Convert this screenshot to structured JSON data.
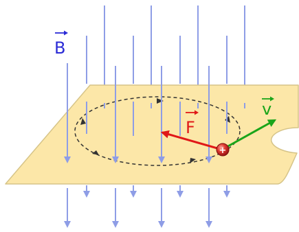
{
  "labels": {
    "magnetic_field": "B",
    "force": "F",
    "velocity": "v",
    "charge_sign": "+"
  },
  "colors": {
    "field_lines": "#8e9de6",
    "field_label": "#2b2bd6",
    "plane_fill": "#fce7a8",
    "plane_stroke": "#d6c488",
    "orbit": "#333333",
    "force": "#e01818",
    "velocity": "#1aa51a",
    "charge": "#c42020"
  },
  "icons": {
    "vector_arrow": "overhead-arrow",
    "charge": "positive-charge-sphere"
  }
}
